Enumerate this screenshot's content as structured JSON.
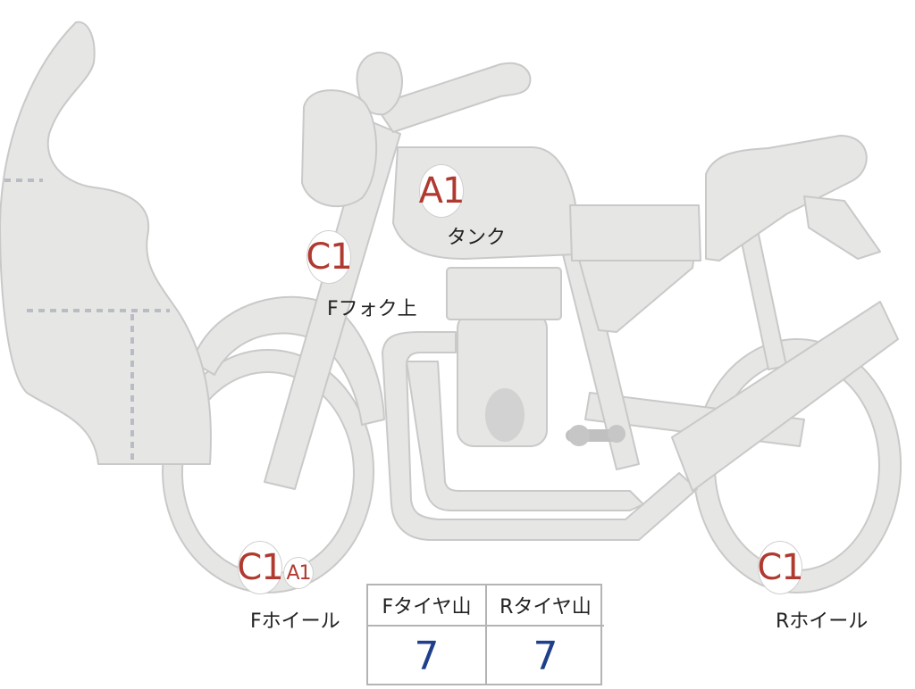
{
  "colors": {
    "part_fill": "#e6e6e4",
    "part_stroke": "#c9c9c9",
    "dash": "#b8bcc4",
    "engine_dot": "#d2d2d2",
    "badge_text": "#b03a30",
    "value_text": "#1f3f8a"
  },
  "markers": {
    "tank": {
      "grade": "A1",
      "label": "タンク"
    },
    "fork": {
      "grade": "C1",
      "label": "Fフォク上"
    },
    "front_wheel": {
      "grade": "C1",
      "grade2": "A1",
      "label": "Fホイール"
    },
    "rear_wheel": {
      "grade": "C1",
      "label": "Rホイール"
    }
  },
  "tread_table": {
    "front_header": "Fタイヤ山",
    "rear_header": "Rタイヤ山",
    "front_value": "7",
    "rear_value": "7"
  }
}
